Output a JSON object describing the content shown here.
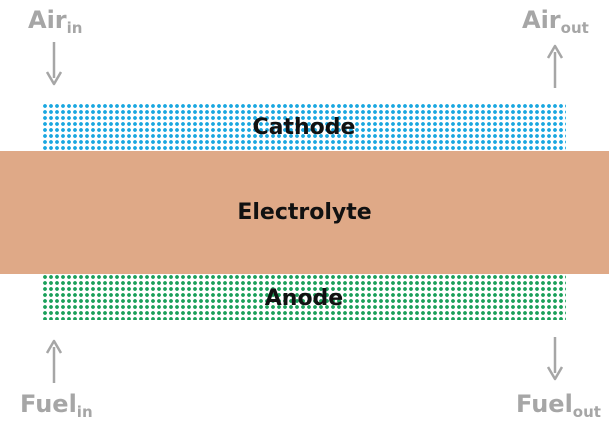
{
  "layers": {
    "cathode": "Cathode",
    "electrolyte": "Electrolyte",
    "anode": "Anode"
  },
  "flows": {
    "air_in": {
      "main": "Air",
      "sub": "in",
      "direction": "down"
    },
    "air_out": {
      "main": "Air",
      "sub": "out",
      "direction": "up"
    },
    "fuel_in": {
      "main": "Fuel",
      "sub": "in",
      "direction": "up"
    },
    "fuel_out": {
      "main": "Fuel",
      "sub": "out",
      "direction": "down"
    }
  },
  "colors": {
    "cathode_dots": "#1aa7e0",
    "anode_dots": "#1aa05a",
    "electrolyte": "#dfa987",
    "flow_text": "#a6a6a6",
    "arrow": "#a6a6a6"
  }
}
